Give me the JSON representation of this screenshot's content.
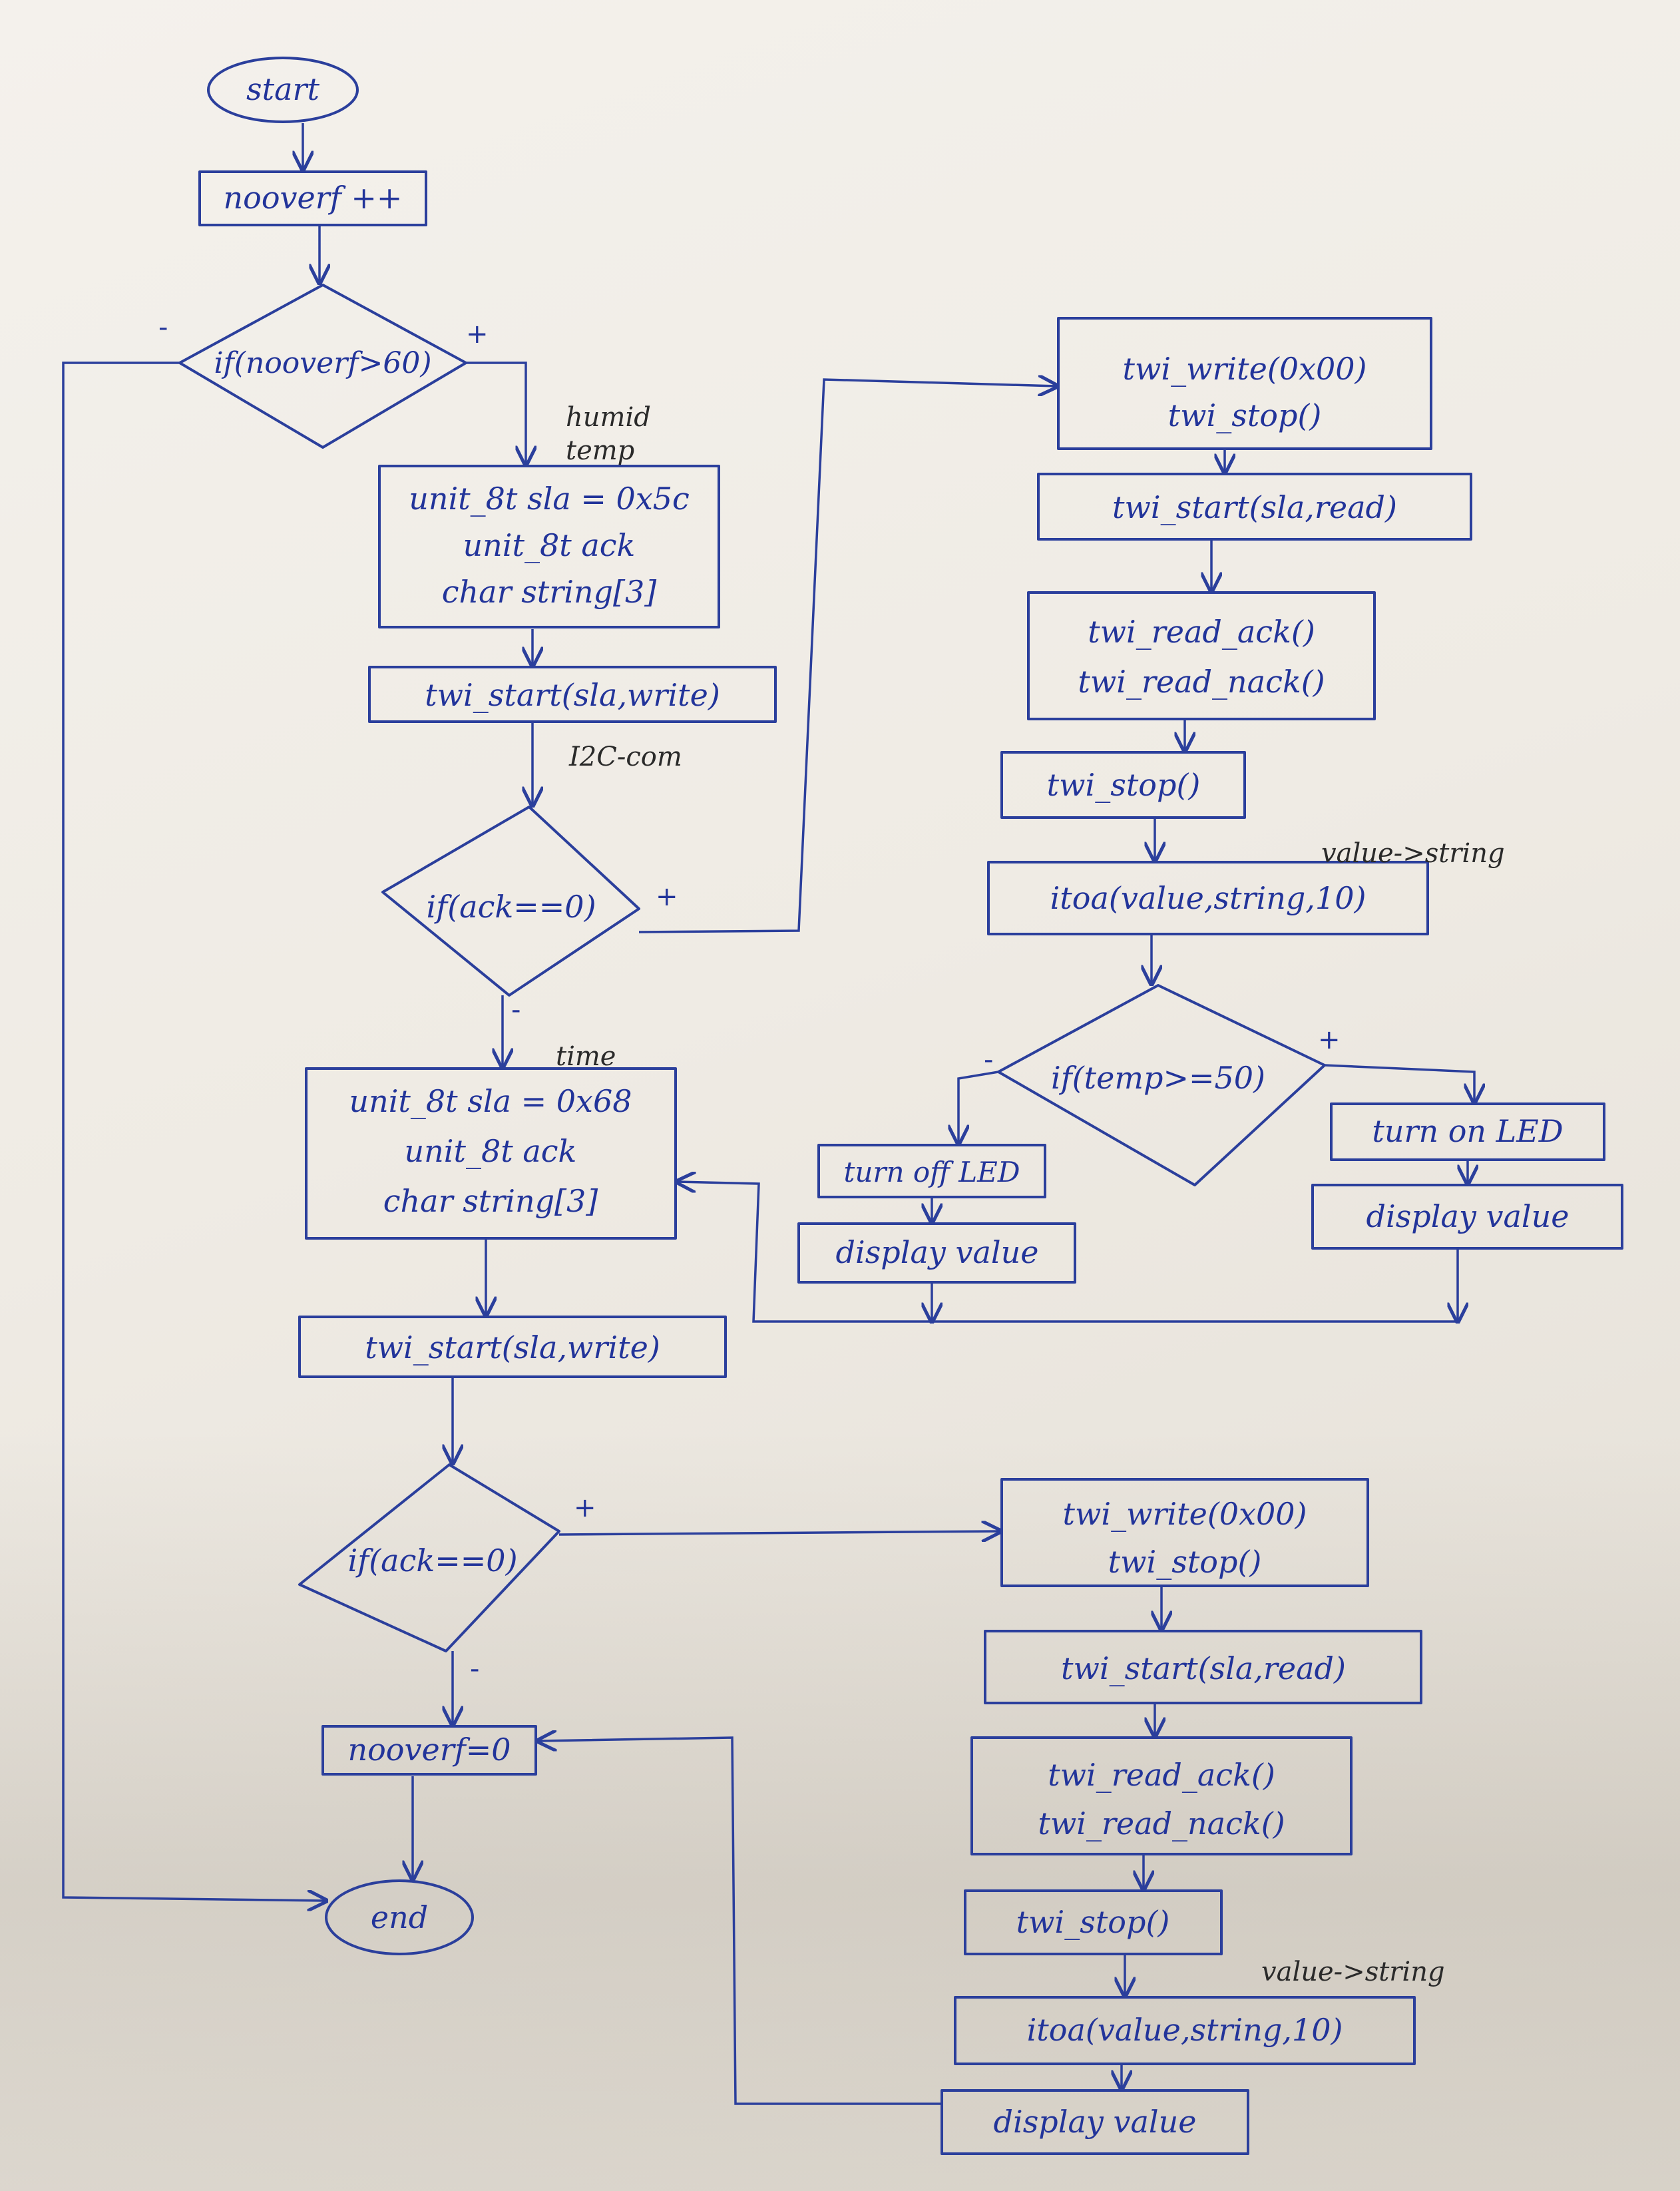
{
  "nodes": {
    "start": "start",
    "inc": "nooverf ++",
    "cond_overflow": "if(nooverf>60)",
    "sensor1_decl": [
      "unit_8t sla = 0x5c",
      "unit_8t ack",
      "char string[3]"
    ],
    "sensor1_start": "twi_start(sla,write)",
    "cond_ack1": "if(ack==0)",
    "s1_write": [
      "twi_write(0x00)",
      "twi_stop()"
    ],
    "s1_start_read": "twi_start(sla,read)",
    "s1_read": [
      "twi_read_ack()",
      "twi_read_nack()"
    ],
    "s1_stop": "twi_stop()",
    "s1_itoa": "itoa(value,string,10)",
    "cond_temp": "if(temp>=50)",
    "led_off": "turn off LED",
    "display_off": "display value",
    "led_on": "turn on LED",
    "display_on": "display value",
    "sensor2_decl": [
      "unit_8t sla = 0x68",
      "unit_8t ack",
      "char string[3]"
    ],
    "sensor2_start": "twi_start(sla,write)",
    "cond_ack2": "if(ack==0)",
    "s2_write": [
      "twi_write(0x00)",
      "twi_stop()"
    ],
    "s2_start_read": "twi_start(sla,read)",
    "s2_read": [
      "twi_read_ack()",
      "twi_read_nack()"
    ],
    "s2_stop": "twi_stop()",
    "s2_itoa": "itoa(value,string,10)",
    "s2_display": "display value",
    "reset": "nooverf=0",
    "end": "end"
  },
  "signs": {
    "overflow_no": "-",
    "overflow_yes": "+",
    "ack1_yes": "+",
    "ack1_no": "-",
    "temp_no": "-",
    "temp_yes": "+",
    "ack2_yes": "+",
    "ack2_no": "-"
  },
  "notes": {
    "humid": "humid",
    "temp": "temp",
    "i2c": "I2C-com",
    "time": "time",
    "value_string_1": "value->string",
    "value_string_2": "value->string"
  },
  "colors": {
    "ink": "#2b3f9c",
    "pencil": "#2a2a2a",
    "paper": "#f1eee8"
  }
}
